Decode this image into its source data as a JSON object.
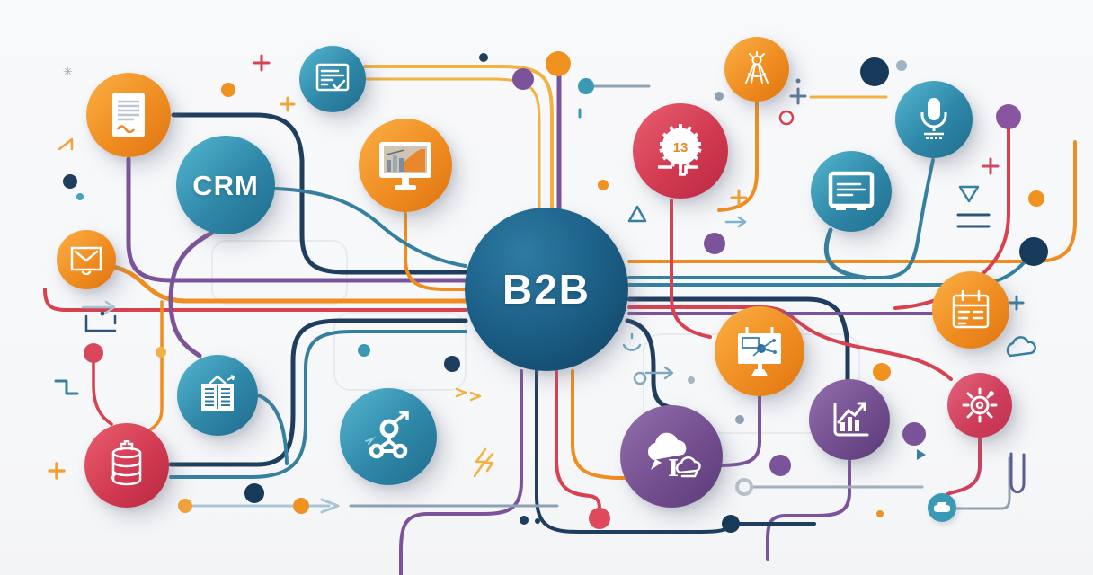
{
  "title": {
    "center": "B2B",
    "crm": "CRM",
    "gear_count": "13"
  },
  "illustration_type": "b2b-marketing-network-diagram",
  "palette": {
    "background": "#f8f9fb",
    "navy": "#1f3d5c",
    "teal": "#35809f",
    "teal_light": "#7fb3c9",
    "orange": "#ef8d21",
    "yellow": "#f2b143",
    "red": "#d8414f",
    "purple": "#7b539a",
    "slate": "#8fa2b2"
  },
  "nodes": [
    {
      "name": "hub-node",
      "icon": "b2b-text",
      "color": "#1d628a",
      "label": "B2B"
    },
    {
      "name": "crm-node",
      "icon": "crm-text",
      "color": "#2f87a8",
      "label": "CRM"
    },
    {
      "name": "document-node",
      "icon": "document-icon",
      "color": "#ef8d21"
    },
    {
      "name": "certificate-node",
      "icon": "certificate-icon",
      "color": "#2f87a8"
    },
    {
      "name": "monitor-chart-node",
      "icon": "monitor-chart-icon",
      "color": "#ef8d21"
    },
    {
      "name": "gear-counter-node",
      "icon": "gear-13-icon",
      "color": "#d23a52",
      "badge": "13"
    },
    {
      "name": "compass-node",
      "icon": "compass-icon",
      "color": "#ef8d21"
    },
    {
      "name": "microphone-node",
      "icon": "microphone-icon",
      "color": "#2f87a8"
    },
    {
      "name": "browser-node",
      "icon": "browser-panel-icon",
      "color": "#2f87a8"
    },
    {
      "name": "envelope-node",
      "icon": "envelope-icon",
      "color": "#ef8d21"
    },
    {
      "name": "ledger-node",
      "icon": "open-book-icon",
      "color": "#2f87a8"
    },
    {
      "name": "database-node",
      "icon": "database-icon",
      "color": "#d23a52"
    },
    {
      "name": "network-share-node",
      "icon": "network-nodes-icon",
      "color": "#2f87a8"
    },
    {
      "name": "cloud-chat-node",
      "icon": "cloud-chat-icon",
      "color": "#744f90"
    },
    {
      "name": "presentation-node",
      "icon": "presentation-board-icon",
      "color": "#ef8d21"
    },
    {
      "name": "calendar-node",
      "icon": "calendar-icon",
      "color": "#ef8d21"
    },
    {
      "name": "growth-chart-node",
      "icon": "line-chart-icon",
      "color": "#744f90"
    },
    {
      "name": "gear-node",
      "icon": "gear-icon",
      "color": "#cf3f5c"
    },
    {
      "name": "cloud-badge-node",
      "icon": "cloud-icon",
      "color": "#3a9ab5"
    }
  ],
  "decorations": [
    "plus-marks",
    "dot-marks",
    "triangle-marks",
    "arrow-marks",
    "cloud-outline",
    "lightning-mark",
    "equals-mark",
    "smiley-arc",
    "circle-arrow"
  ]
}
